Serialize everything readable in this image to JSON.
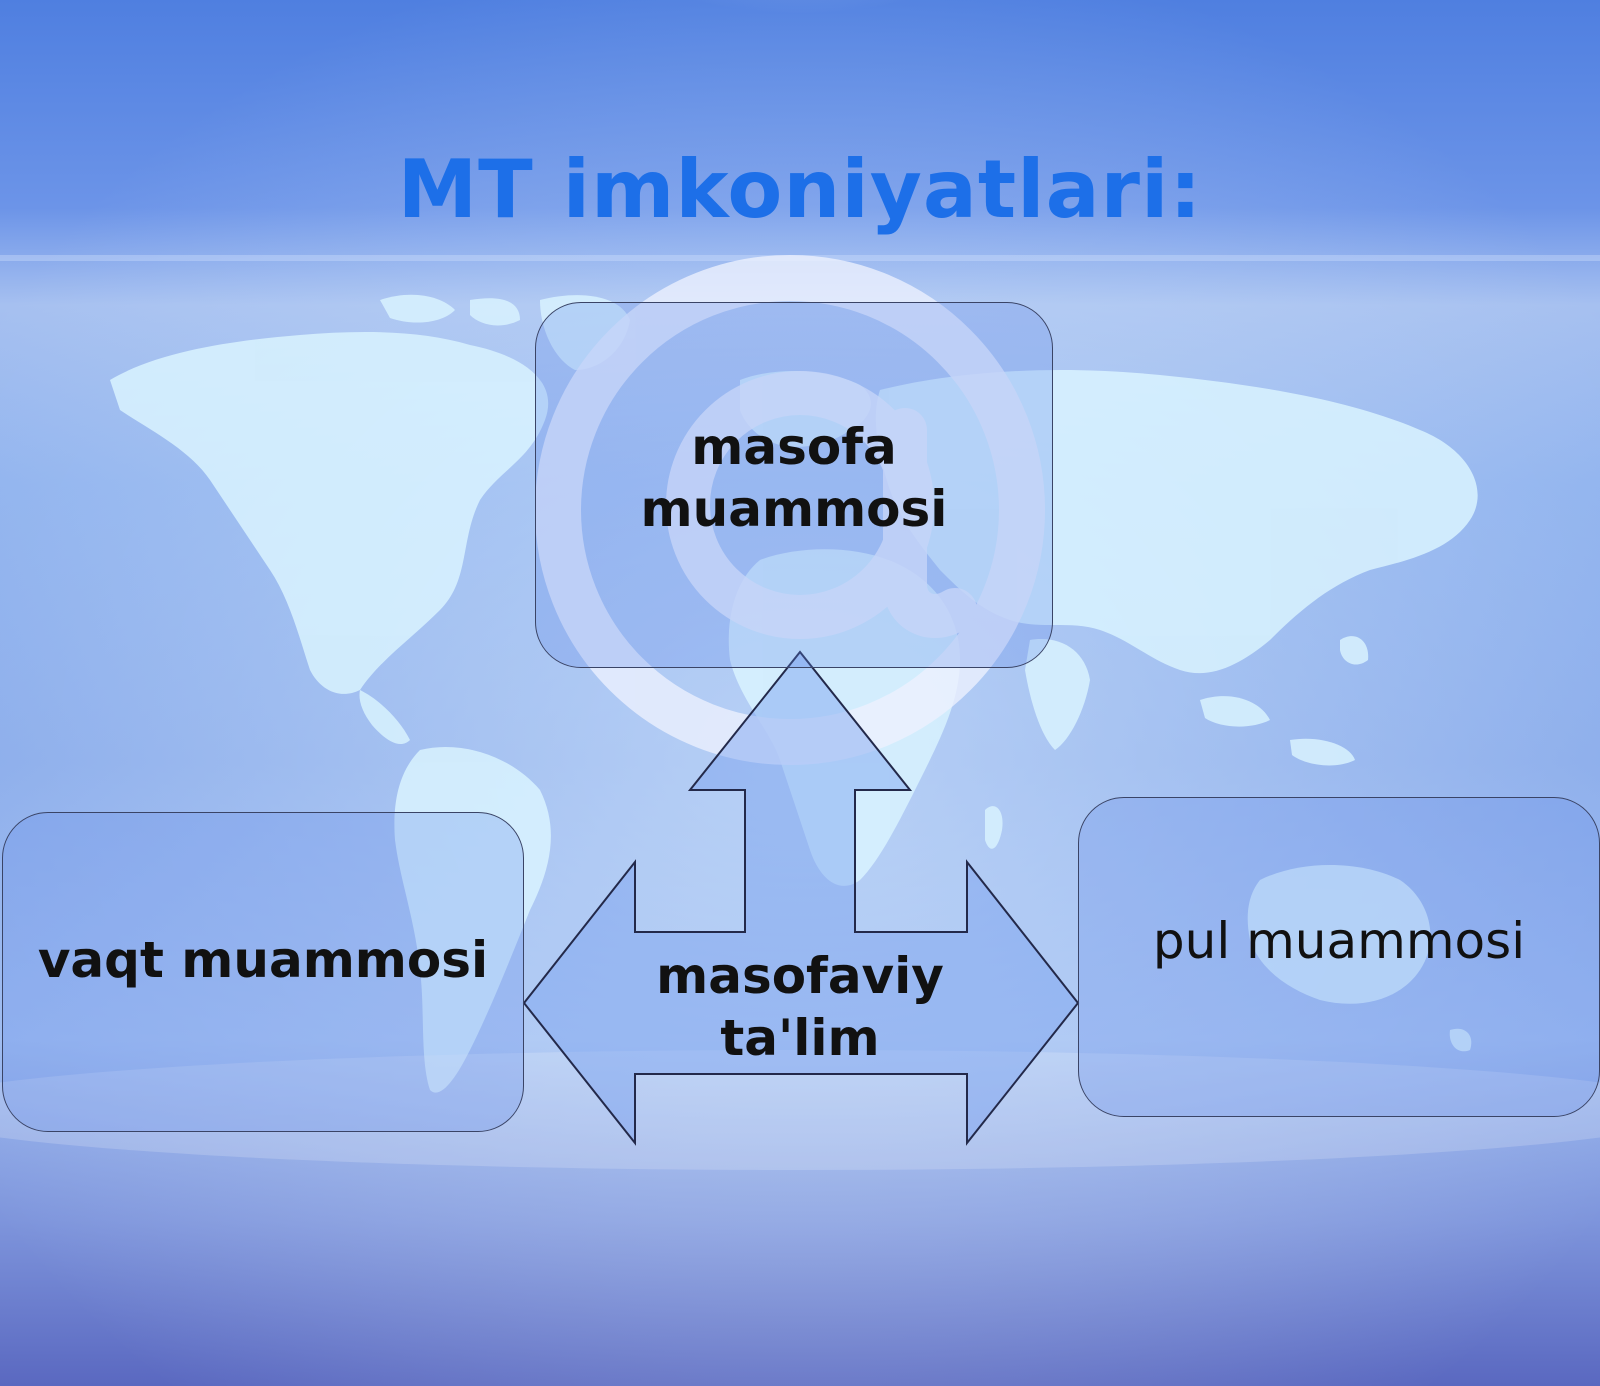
{
  "title": "MT imkoniyatlari:",
  "center": {
    "label_line1": "masofaviy",
    "label_line2": "ta'lim"
  },
  "boxes": {
    "top": {
      "line1": "masofa",
      "line2": "muammosi"
    },
    "left": {
      "text": "vaqt muammosi"
    },
    "right": {
      "text": "pul muammosi"
    }
  },
  "background": {
    "watermark_symbol": "@",
    "map": "world-map"
  },
  "colors": {
    "title": "#1d6fe8",
    "text": "#111111",
    "outline": "#3a4466"
  }
}
